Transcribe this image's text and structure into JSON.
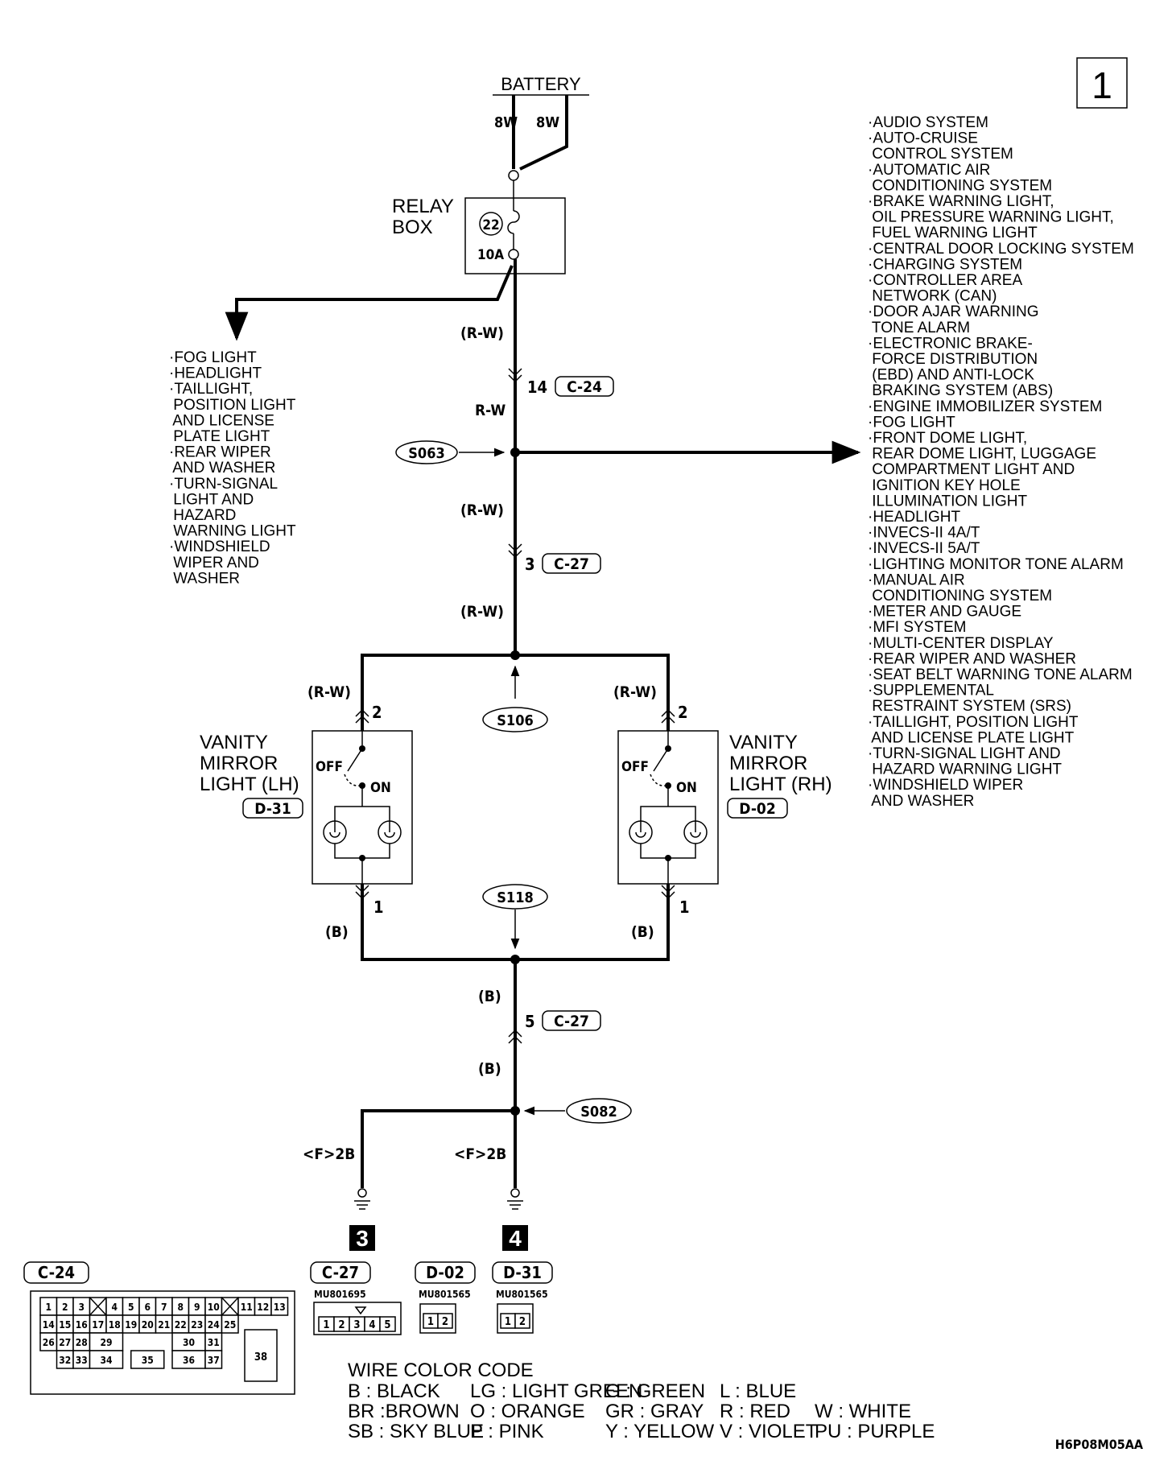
{
  "page_number": "1",
  "battery_label": "BATTERY",
  "battery_wires": [
    "8W",
    "8W"
  ],
  "relay_box": {
    "label_line1": "RELAY",
    "label_line2": "BOX",
    "fuse_number": "22",
    "fuse_rating": "10A"
  },
  "wire_colors": {
    "rw_paren": "(R-W)",
    "rw": "R-W",
    "b_paren": "(B)",
    "f2b": "<F>2B"
  },
  "connectors": {
    "c24_pin": "14",
    "c24": "C-24",
    "c27_pin3": "3",
    "c27": "C-27",
    "c27_pin5": "5",
    "d31": "D-31",
    "d02": "D-02"
  },
  "splices": [
    "S063",
    "S106",
    "S118",
    "S082"
  ],
  "left_systems": [
    "·FOG LIGHT",
    "·HEADLIGHT",
    "·TAILLIGHT,",
    " POSITION LIGHT",
    " AND LICENSE",
    " PLATE LIGHT",
    "·REAR WIPER",
    " AND WASHER",
    "·TURN-SIGNAL",
    " LIGHT AND",
    " HAZARD",
    " WARNING LIGHT",
    "·WINDSHIELD",
    " WIPER AND",
    " WASHER"
  ],
  "right_systems": [
    "·AUDIO SYSTEM",
    "·AUTO-CRUISE",
    " CONTROL SYSTEM",
    "·AUTOMATIC AIR",
    " CONDITIONING SYSTEM",
    "·BRAKE WARNING LIGHT,",
    " OIL PRESSURE WARNING LIGHT,",
    " FUEL WARNING LIGHT",
    "·CENTRAL DOOR LOCKING SYSTEM",
    "·CHARGING SYSTEM",
    "·CONTROLLER AREA",
    " NETWORK (CAN)",
    "·DOOR AJAR WARNING",
    " TONE ALARM",
    "·ELECTRONIC BRAKE-",
    " FORCE DISTRIBUTION",
    " (EBD) AND ANTI-LOCK",
    " BRAKING SYSTEM (ABS)",
    "·ENGINE IMMOBILIZER SYSTEM",
    "·FOG LIGHT",
    "·FRONT DOME LIGHT,",
    " REAR DOME LIGHT, LUGGAGE",
    " COMPARTMENT LIGHT AND",
    " IGNITION KEY HOLE",
    " ILLUMINATION LIGHT",
    "·HEADLIGHT",
    "·INVECS-II 4A/T",
    "·INVECS-II 5A/T",
    "·LIGHTING MONITOR TONE ALARM",
    "·MANUAL AIR",
    " CONDITIONING SYSTEM",
    "·METER AND GAUGE",
    "·MFI SYSTEM",
    "·MULTI-CENTER DISPLAY",
    "·REAR WIPER AND WASHER",
    "·SEAT BELT WARNING TONE ALARM",
    "·SUPPLEMENTAL",
    " RESTRAINT SYSTEM (SRS)",
    "·TAILLIGHT, POSITION LIGHT",
    " AND LICENSE PLATE LIGHT",
    "·TURN-SIGNAL LIGHT AND",
    " HAZARD WARNING LIGHT",
    "·WINDSHIELD WIPER",
    " AND WASHER"
  ],
  "vanity_lh": {
    "line1": "VANITY",
    "line2": "MIRROR",
    "line3": "LIGHT (LH)",
    "pin_top": "2",
    "pin_bottom": "1"
  },
  "vanity_rh": {
    "line1": "VANITY",
    "line2": "MIRROR",
    "line3": "LIGHT (RH)",
    "pin_top": "2",
    "pin_bottom": "1"
  },
  "switch_off": "OFF",
  "switch_on": "ON",
  "grounds": [
    "3",
    "4"
  ],
  "connector_views": {
    "c24": {
      "label": "C-24",
      "row1": [
        "1",
        "2",
        "3",
        "",
        "4",
        "5",
        "6",
        "7",
        "8",
        "9",
        "10",
        "",
        "11",
        "12",
        "13"
      ],
      "row2": [
        "14",
        "15",
        "16",
        "17",
        "18",
        "19",
        "20",
        "21",
        "22",
        "23",
        "24",
        "25"
      ],
      "row3": [
        "26",
        "27",
        "28",
        "29",
        "30",
        "31"
      ],
      "row4": [
        "32",
        "33",
        "34",
        "35",
        "36",
        "37"
      ],
      "big_pin": "38"
    },
    "c27": {
      "label": "C-27",
      "part": "MU801695",
      "pins": [
        "1",
        "2",
        "3",
        "4",
        "5"
      ]
    },
    "d02": {
      "label": "D-02",
      "part": "MU801565",
      "pins": [
        "1",
        "2"
      ]
    },
    "d31": {
      "label": "D-31",
      "part": "MU801565",
      "pins": [
        "1",
        "2"
      ]
    }
  },
  "wire_color_code": {
    "title": "WIRE COLOR CODE",
    "rows": [
      [
        "B : BLACK",
        "LG : LIGHT GREEN",
        "G : GREEN",
        "L : BLUE",
        ""
      ],
      [
        "BR :BROWN",
        "O : ORANGE",
        "GR : GRAY",
        "R : RED",
        "W : WHITE"
      ],
      [
        "SB : SKY BLUE",
        "P : PINK",
        "Y : YELLOW",
        "V : VIOLET",
        "PU : PURPLE"
      ]
    ]
  },
  "figure_code": "H6P08M05AA"
}
